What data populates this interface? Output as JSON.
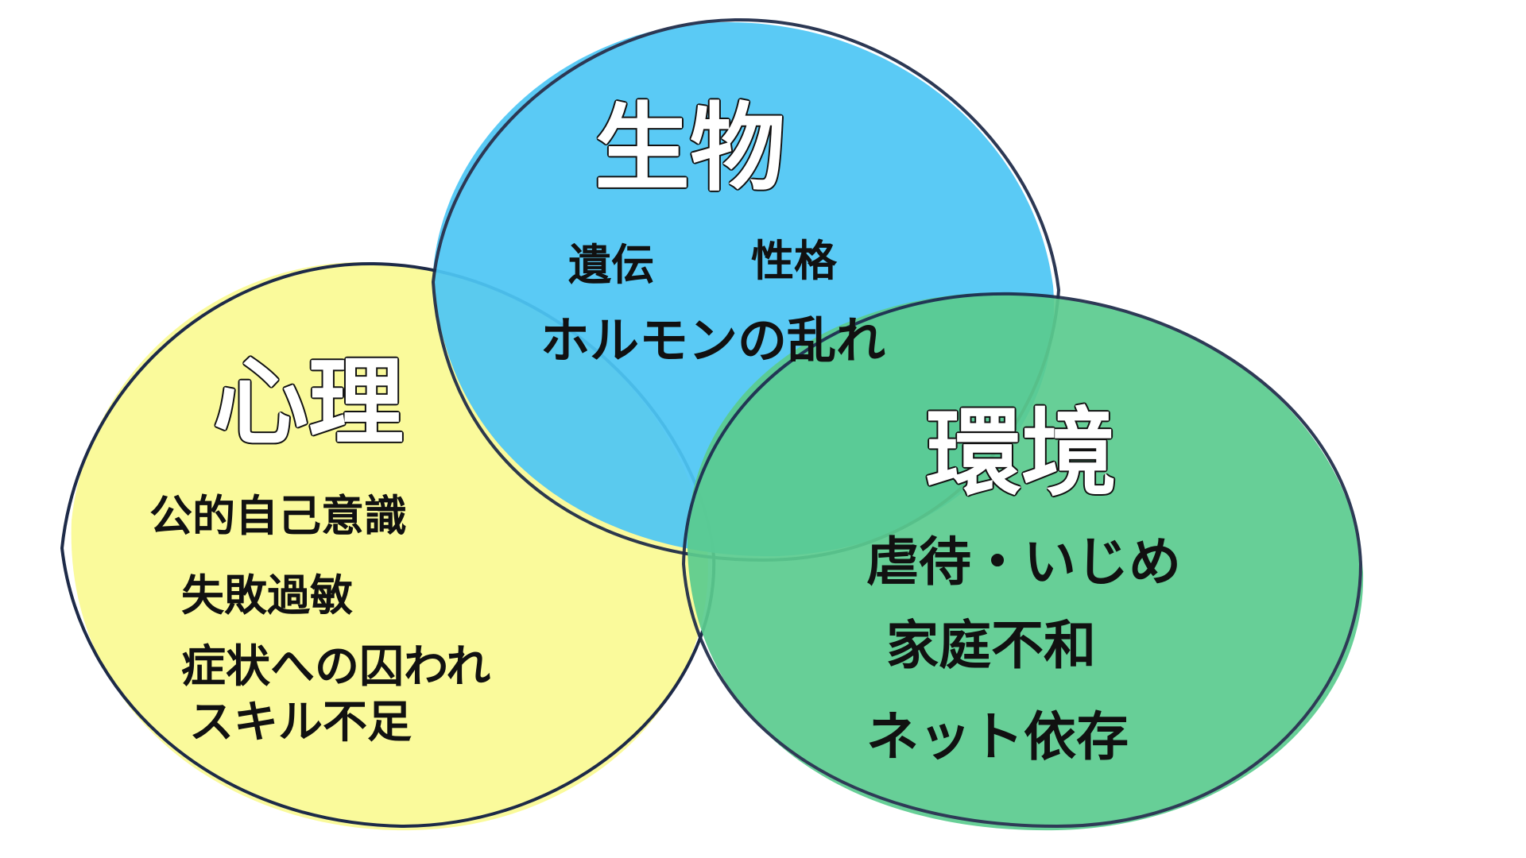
{
  "diagram": {
    "type": "venn",
    "colors": {
      "psychology": "#fafa9b",
      "biology": "#4ec7f5",
      "environment": "#5bcc8f",
      "outline": "#1d2a48"
    },
    "biology": {
      "title": "生物",
      "items": [
        "遺伝",
        "性格",
        "ホルモンの乱れ"
      ]
    },
    "psychology": {
      "title": "心理",
      "items": [
        "公的自己意識",
        "失敗過敏",
        "症状への囚われ",
        "スキル不足"
      ]
    },
    "environment": {
      "title": "環境",
      "items": [
        "虐待・いじめ",
        "家庭不和",
        "ネット依存"
      ]
    }
  }
}
